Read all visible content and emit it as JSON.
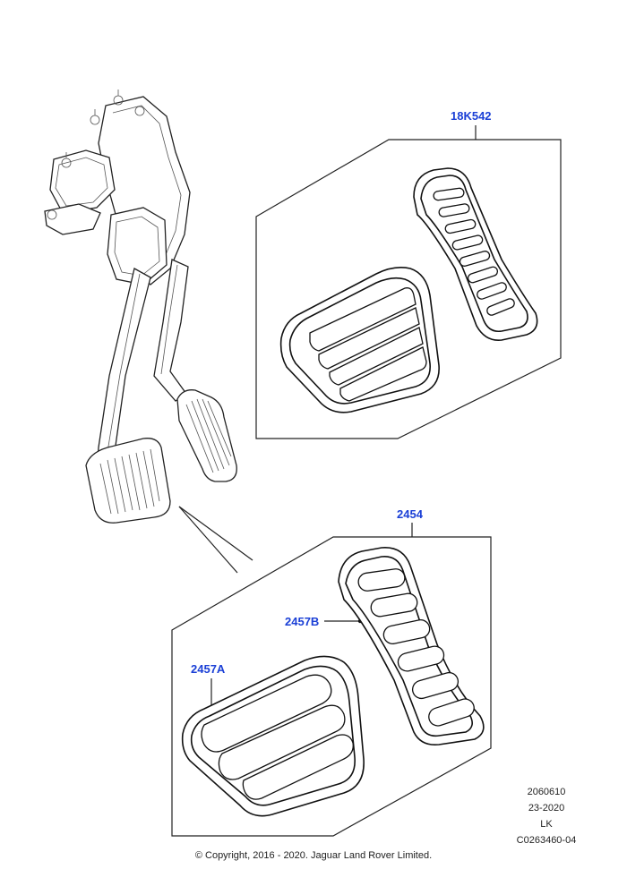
{
  "callouts": {
    "kit_top": "18K542",
    "kit_bottom": "2454",
    "pad_accelerator": "2457B",
    "pad_brake": "2457A"
  },
  "reference": {
    "line1": "2060610",
    "line2": "23-2020",
    "line3": "LK",
    "line4": "C0263460-04"
  },
  "copyright": "© Copyright, 2016 - 2020. Jaguar Land Rover Limited.",
  "colors": {
    "callout": "#1a3fd6",
    "linework": "#222222"
  }
}
